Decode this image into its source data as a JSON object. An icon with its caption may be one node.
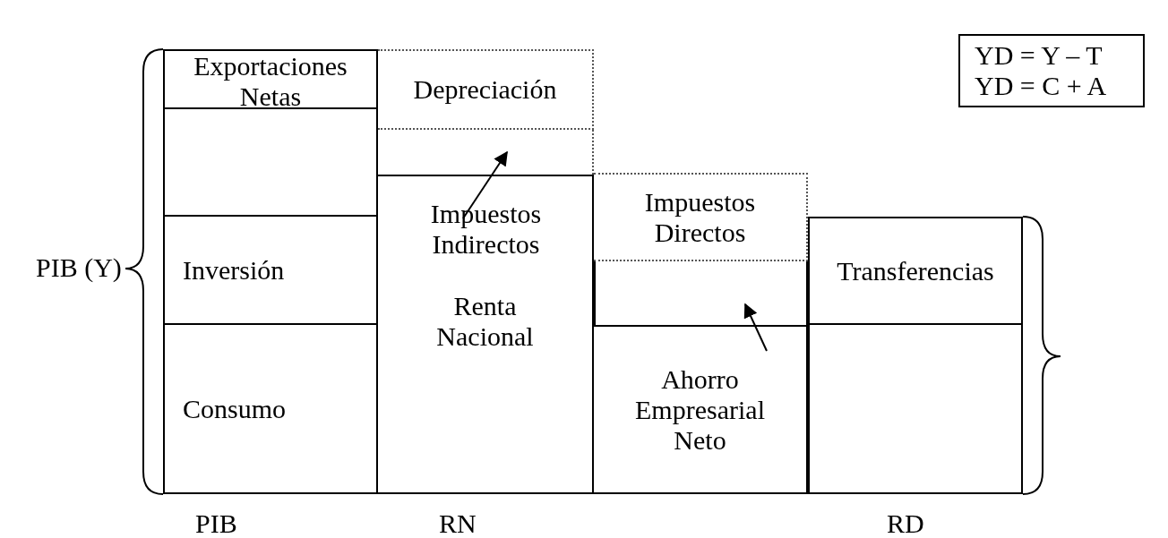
{
  "diagram": {
    "nodes": [
      {
        "text": [
          "Exportaciones Netas"
        ]
      },
      {
        "text": [],
        "shape": "box"
      },
      {
        "text": [
          "Inversión"
        ]
      },
      {
        "text": [
          "Consumo"
        ]
      },
      {
        "text": [
          "Depreciación"
        ]
      },
      {
        "text": [],
        "shape": "box"
      },
      {
        "text": [
          "Renta Nacional"
        ]
      },
      {
        "text": [
          "Impuestos Indirectos"
        ],
        "in": 6
      },
      {
        "text": [
          "Impuestos Directos"
        ]
      },
      {
        "text": [],
        "shape": "box"
      },
      {
        "text": [
          "Ahorro Empresarial Neto"
        ]
      },
      {
        "text": [
          "Transferencias"
        ]
      },
      {
        "text": [],
        "shape": "box"
      },
      {
        "text": [
          "YD = Y – T",
          "YD = C + A"
        ]
      }
    ],
    "edges": [
      {
        "from": 7,
        "to": 5,
        "arrow": "to"
      },
      {
        "from": 10,
        "to": 9,
        "arrow": "to"
      }
    ],
    "labels": [
      "PIB (Y)",
      "PIB",
      "RN",
      "RD"
    ]
  }
}
